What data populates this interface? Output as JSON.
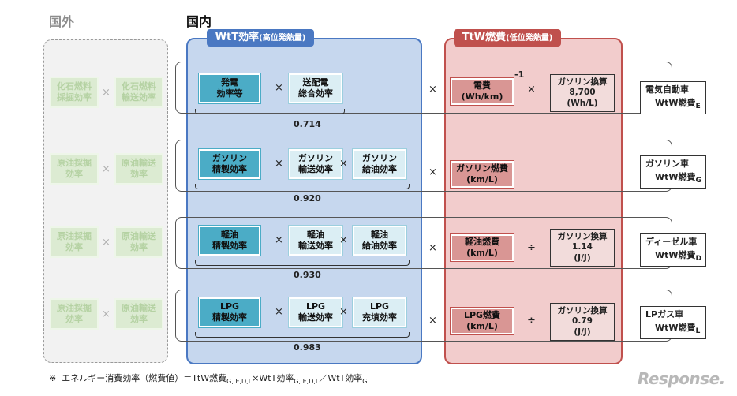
{
  "headers": {
    "overseas": "国外",
    "domestic": "国内"
  },
  "wtt_header": {
    "main": "WtT効率",
    "sub": "(高位発熱量)"
  },
  "ttw_header": {
    "main": "TtW燃費",
    "sub": "(低位発熱量)"
  },
  "rows": [
    {
      "overseas": [
        "化石燃料\n採掘効率",
        "化石燃料\n輸送効率"
      ],
      "wtt": [
        "発電\n効率等",
        "送配電\n総合効率"
      ],
      "wtt_value": "0.714",
      "ttw": "電費\n(Wh/km)",
      "superscript": "-1",
      "conv_op": "×",
      "conv": "ガソリン換算\n8,700\n(Wh/L)",
      "result_title": "電気自動車",
      "result_formula": "WtW燃費",
      "result_sub": "E"
    },
    {
      "overseas": [
        "原油採掘\n効率",
        "原油輸送\n効率"
      ],
      "wtt": [
        "ガソリン\n精製効率",
        "ガソリン\n輸送効率",
        "ガソリン\n給油効率"
      ],
      "wtt_value": "0.920",
      "ttw": "ガソリン燃費\n(km/L)",
      "result_title": "ガソリン車",
      "result_formula": "WtW燃費",
      "result_sub": "G"
    },
    {
      "overseas": [
        "原油採掘\n効率",
        "原油輸送\n効率"
      ],
      "wtt": [
        "軽油\n精製効率",
        "軽油\n輸送効率",
        "軽油\n給油効率"
      ],
      "wtt_value": "0.930",
      "ttw": "軽油燃費\n(km/L)",
      "conv_op": "÷",
      "conv": "ガソリン換算\n1.14\n(J/J)",
      "result_title": "ディーゼル車",
      "result_formula": "WtW燃費",
      "result_sub": "D"
    },
    {
      "overseas": [
        "原油採掘\n効率",
        "原油輸送\n効率"
      ],
      "wtt": [
        "LPG\n精製効率",
        "LPG\n輸送効率",
        "LPG\n充填効率"
      ],
      "wtt_value": "0.983",
      "ttw": "LPG燃費\n(km/L)",
      "conv_op": "÷",
      "conv": "ガソリン換算\n0.79\n(J/J)",
      "result_title": "LPガス車",
      "result_formula": "WtW燃費",
      "result_sub": "L"
    }
  ],
  "footnote": {
    "mark": "※",
    "text1": "エネルギー消費効率（燃費値）＝TtW燃費",
    "sub1": "G, E,D,L",
    "text2": "×WtT効率",
    "sub2": "G, E,D,L",
    "text3": "／WtT効率",
    "sub3": "G"
  },
  "logo": "Response."
}
